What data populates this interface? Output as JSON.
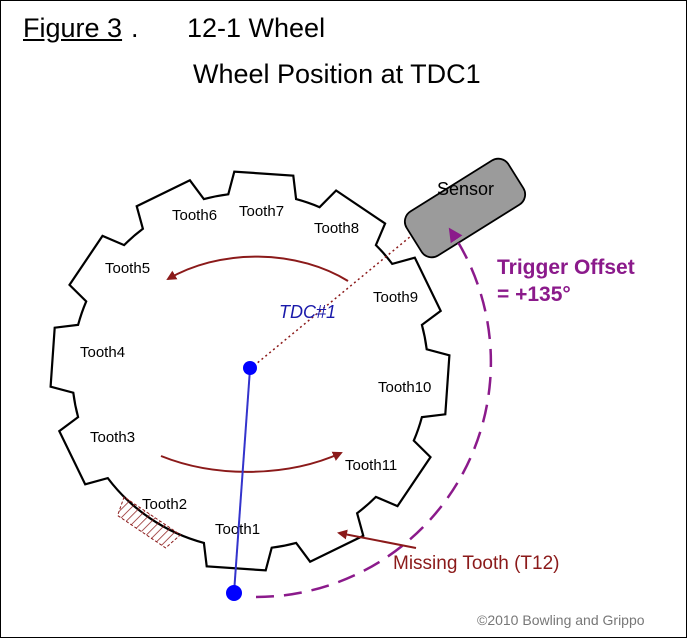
{
  "figure": {
    "label": "Figure 3",
    "period": ".",
    "wheel_type": "12-1 Wheel",
    "title": "Wheel Position at TDC1"
  },
  "teeth": [
    "Tooth1",
    "Tooth2",
    "Tooth3",
    "Tooth4",
    "Tooth5",
    "Tooth6",
    "Tooth7",
    "Tooth8",
    "Tooth9",
    "Tooth10",
    "Tooth11"
  ],
  "labels": {
    "sensor": "Sensor",
    "tdc": "TDC#1",
    "trigger_offset_line1": "Trigger Offset",
    "trigger_offset_line2": "= +135°",
    "missing_tooth": "Missing Tooth (T12)"
  },
  "copyright": "©2010 Bowling and Grippo",
  "colors": {
    "wheel": "#000000",
    "sensor_fill": "#9b9b9b",
    "tdc_line": "#3333cc",
    "center_dot": "#0000ff",
    "tdc_text": "#1a1aaa",
    "rotation_arrow": "#8b1a1a",
    "trigger_offset": "#8b1a8b",
    "missing_tooth": "#8b1a1a",
    "copyright": "#777777"
  }
}
